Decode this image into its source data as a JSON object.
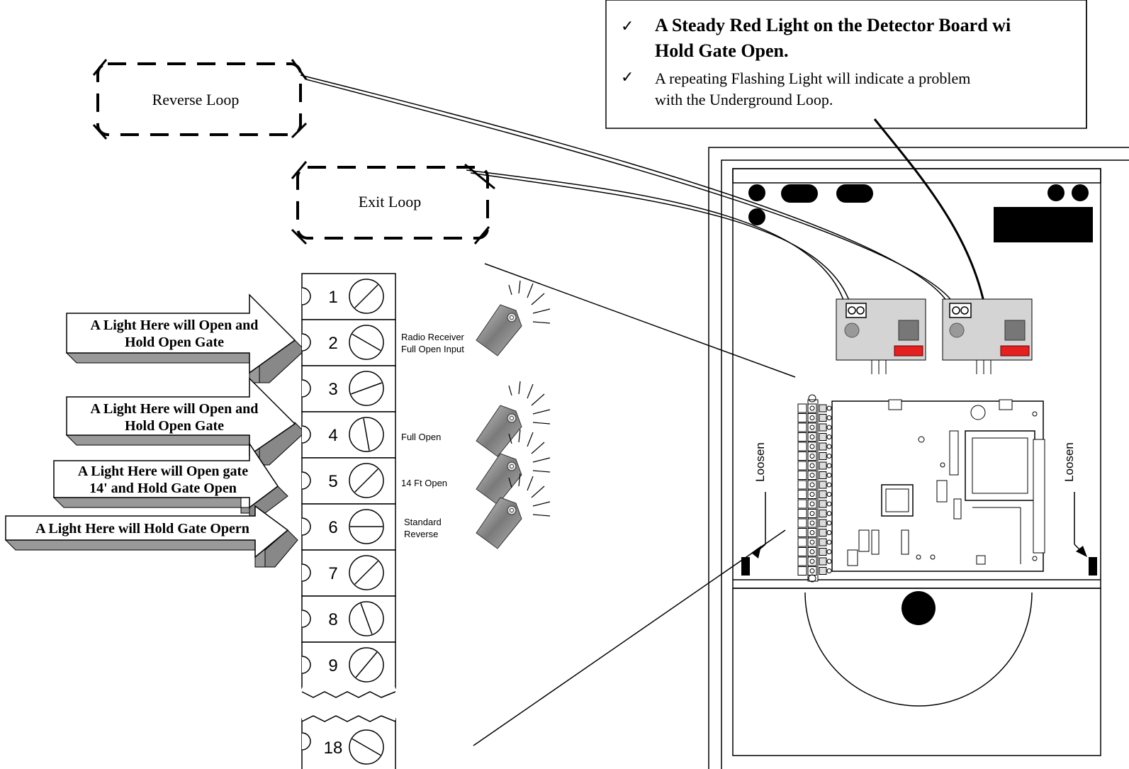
{
  "callout": {
    "bullet1": [
      "A Steady Red Light on the Detector Board wi",
      "Hold Gate Open."
    ],
    "bullet2": [
      "A repeating Flashing Light will indicate a problem",
      "with the Underground Loop."
    ]
  },
  "loops": {
    "reverse": "Reverse Loop",
    "exit": "Exit Loop"
  },
  "arrows": [
    [
      "A Light Here will Open and",
      "Hold Open Gate"
    ],
    [
      "A Light Here will Open and",
      "Hold Open Gate"
    ],
    [
      "A Light Here will Open gate",
      "14' and Hold Gate Open"
    ],
    [
      "A Light Here will Hold Gate Opern"
    ]
  ],
  "terminals": [
    "1",
    "2",
    "3",
    "4",
    "5",
    "6",
    "7",
    "8",
    "9",
    "18"
  ],
  "inputs": {
    "radio": [
      "Radio Receiver",
      "Full Open Input"
    ],
    "full_open": "Full Open",
    "fourteen_ft": "14 Ft Open",
    "standard_reverse": [
      "Standard",
      "Reverse"
    ]
  },
  "panel": {
    "loosen_left": "Loosen",
    "loosen_right": "Loosen"
  },
  "colors": {
    "red_light": "#e52020",
    "board_grey": "#d4d4d4"
  }
}
